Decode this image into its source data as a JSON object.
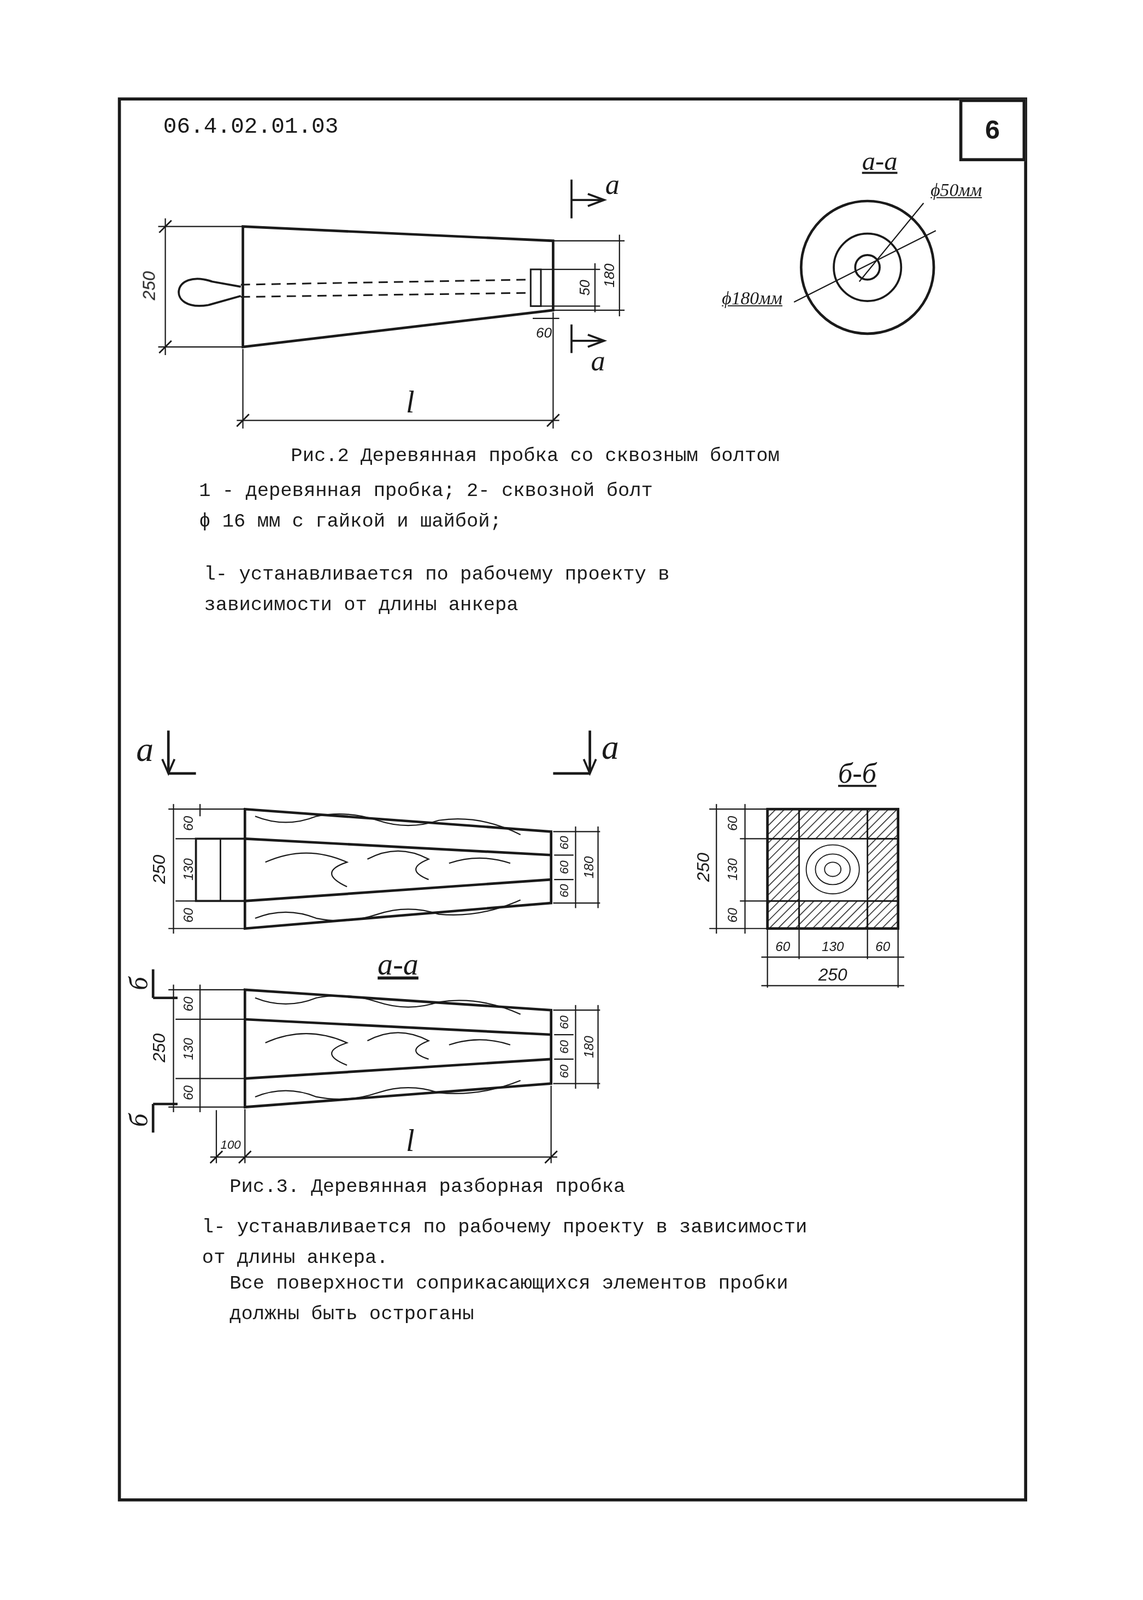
{
  "diagram": {
    "nodes": [
      {
        "text": [
          "6"
        ]
      }
    ],
    "labels": [
      "06.4.02.01.03",
      "а-а",
      "ϕ50мм",
      "ϕ180мм",
      "а",
      "а",
      "250",
      "50",
      "180",
      "60",
      "l",
      "Рис.2 Деревянная пробка со сквозным болтом",
      "1 - деревянная пробка; 2- сквозной болт ϕ 16 мм с гайкой и шайбой;",
      "l- устанавливается по рабочему проекту в зависимости от длины анкера",
      "а",
      "а",
      "б-б",
      "250",
      "60",
      "130",
      "60",
      "60",
      "60",
      "60",
      "180",
      "250",
      "60",
      "130",
      "60",
      "60",
      "130",
      "60",
      "250",
      "а-а",
      "б",
      "б",
      "250",
      "60",
      "130",
      "60",
      "60",
      "60",
      "60",
      "180",
      "100",
      "l",
      "Рис.3. Деревянная разборная пробка",
      "l- устанавливается по рабочему проекту в зависимости от длины анкера.",
      "Все поверхности соприкасающихся элементов пробки должны быть остроганы"
    ]
  }
}
